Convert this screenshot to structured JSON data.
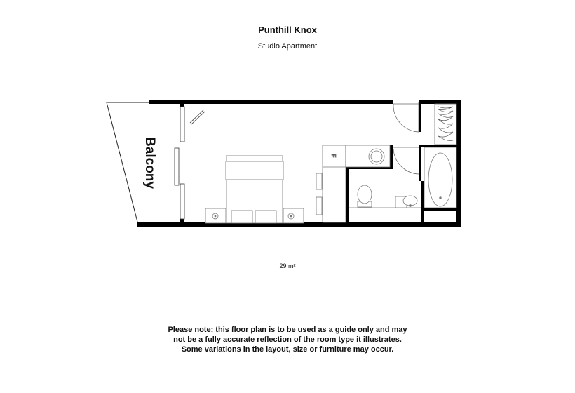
{
  "header": {
    "title": "Punthill Knox",
    "subtitle": "Studio Apartment"
  },
  "plan": {
    "balcony_label": "Balcony",
    "fridge_label": "F",
    "area": "29 m²"
  },
  "disclaimer": {
    "lines": [
      "Please note: this floor plan is to be used as a guide only and may",
      "not be a fully accurate reflection of the room type it illustrates.",
      "Some variations in the layout, size or furniture may occur."
    ]
  },
  "colors": {
    "wall": "#000000",
    "line": "#555555",
    "background": "#ffffff"
  }
}
